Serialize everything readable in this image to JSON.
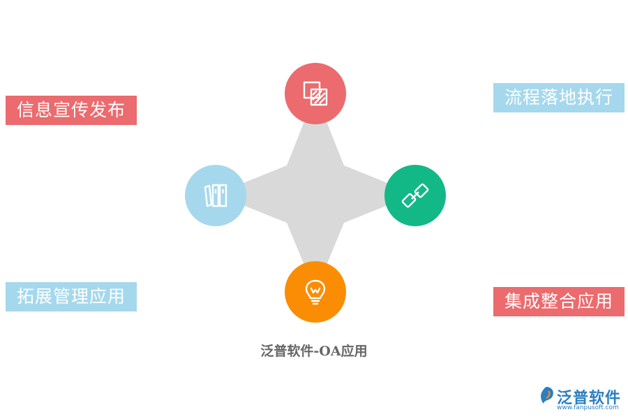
{
  "labels": {
    "top_left": "信息宣传发布",
    "top_right": "流程落地执行",
    "bottom_left": "拓展管理应用",
    "bottom_right": "集成整合应用"
  },
  "caption": "泛普软件-OA应用",
  "logo": {
    "name": "泛普软件",
    "url": "www.fanpusoft.com"
  },
  "nodes": {
    "top": {
      "icon": "layers-icon"
    },
    "left": {
      "icon": "books-icon"
    },
    "right": {
      "icon": "link-icon"
    },
    "bottom": {
      "icon": "lightbulb-icon"
    }
  },
  "colors": {
    "coral": "#EB6B6E",
    "light_blue": "#A5D8EC",
    "green": "#13B887",
    "orange": "#FA8D04",
    "star_gray": "#D9D9D9",
    "caption_gray": "#666666",
    "logo_blue": "#2A7FC0"
  }
}
